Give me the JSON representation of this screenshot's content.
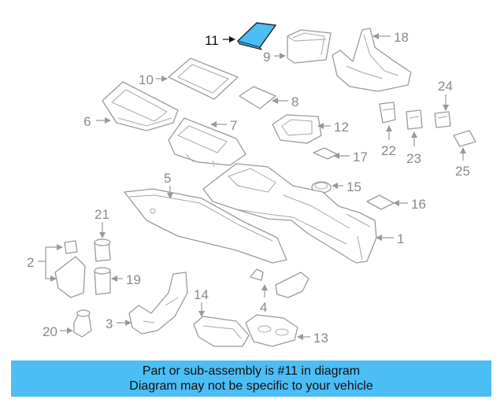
{
  "diagram": {
    "callouts": {
      "c1": "1",
      "c2": "2",
      "c3": "3",
      "c4": "4",
      "c5": "5",
      "c6": "6",
      "c7": "7",
      "c8": "8",
      "c9": "9",
      "c10": "10",
      "c11": "11",
      "c12": "12",
      "c13": "13",
      "c14": "14",
      "c15": "15",
      "c16": "16",
      "c17": "17",
      "c18": "18",
      "c19": "19",
      "c20": "20",
      "c21": "21",
      "c22": "22",
      "c23": "23",
      "c24": "24",
      "c25": "25"
    },
    "highlighted_part": "11",
    "highlight_color": "#4cbdf5",
    "line_color": "#9a9a9a"
  },
  "banner": {
    "line1": "Part or sub-assembly is #11 in diagram",
    "line2": "Diagram may not be specific to your vehicle",
    "background": "#4cbdf5"
  }
}
